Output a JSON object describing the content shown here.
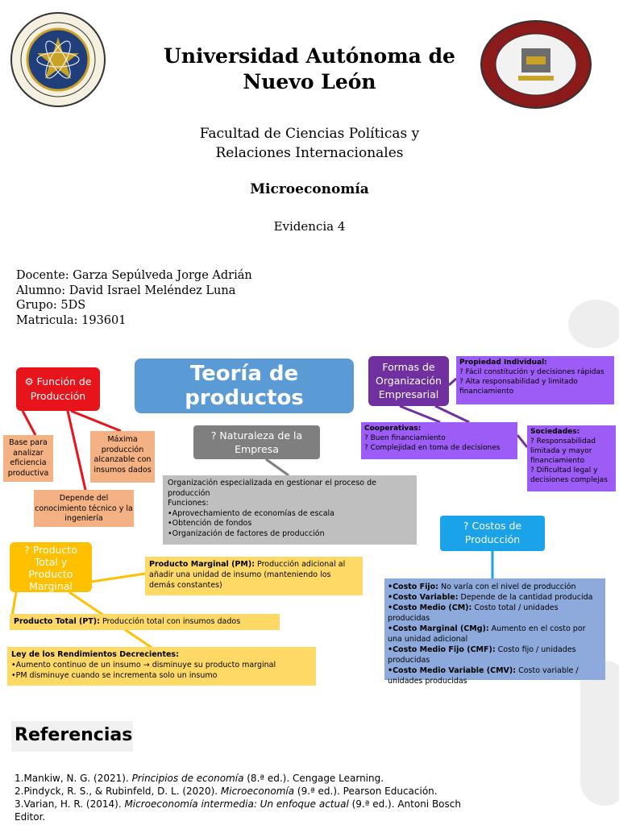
{
  "header": {
    "university": [
      "Universidad Autónoma de",
      "Nuevo León"
    ],
    "faculty": [
      "Facultad de Ciencias Políticas y",
      "Relaciones Internacionales"
    ],
    "course": "Microeconomía",
    "evidence": "Evidencia 4",
    "info": [
      "Docente: Garza Sepúlveda Jorge Adrián",
      "Alumno: David Israel Meléndez Luna",
      "Grupo: 5DS",
      "Matricula: 193601"
    ]
  },
  "diagram": {
    "title": [
      "Teoría de",
      "productos"
    ],
    "production_function": {
      "hub": [
        "⚙ Función de",
        "Producción"
      ],
      "items": [
        "Base para analizar eficiencia productiva",
        "Máxima producción alcanzable con insumos dados",
        "Depende del conocimiento técnico y la ingeniería"
      ]
    },
    "company_nature": {
      "hub": [
        "? Naturaleza de la",
        "Empresa"
      ],
      "lines": [
        "Organización especializada en gestionar el proceso de producción",
        "Funciones:",
        "•Aprovechamiento de economías de escala",
        "•Obtención de fondos",
        "•Organización de factores de producción"
      ]
    },
    "business_forms": {
      "hub": [
        "Formas de",
        "Organización",
        "Empresarial"
      ],
      "individual": {
        "title": "Propiedad Individual:",
        "lines": [
          "? Fácil constitución y decisiones rápidas",
          "? Alta responsabilidad y limitado financiamiento"
        ]
      },
      "cooperatives": {
        "title": "Cooperativas:",
        "lines": [
          "? Buen financiamiento",
          "? Complejidad en toma de decisiones"
        ]
      },
      "societies": {
        "title": "Sociedades:",
        "lines": [
          "? Responsabilidad limitada y mayor financiamiento",
          "? Dificultad legal y decisiones complejas"
        ]
      }
    },
    "production_costs": {
      "hub": [
        "? Costos de",
        "Producción"
      ],
      "items": [
        {
          "term": "•Costo Fijo:",
          "desc": " No varía con el nivel de producción"
        },
        {
          "term": "•Costo Variable:",
          "desc": " Depende de la cantidad producida"
        },
        {
          "term": "•Costo Medio (CM):",
          "desc": " Costo total / unidades producidas"
        },
        {
          "term": "•Costo Marginal (CMg):",
          "desc": " Aumento en el costo por una unidad adicional"
        },
        {
          "term": "•Costo Medio Fijo (CMF):",
          "desc": " Costo fijo / unidades producidas"
        },
        {
          "term": "•Costo Medio Variable (CMV):",
          "desc": " Costo variable / unidades producidas"
        }
      ]
    },
    "total_marginal": {
      "hub": [
        "? Producto",
        "Total y",
        "Producto",
        "Marginal"
      ],
      "marginal": {
        "term": "Producto Marginal (PM):",
        "desc": " Producción adicional al añadir una unidad de insumo (manteniendo los demás constantes)"
      },
      "total": {
        "term": "Producto Total (PT):",
        "desc": " Producción total con insumos dados"
      },
      "law": {
        "title": "Ley de los Rendimientos Decrecientes:",
        "lines": [
          "•Aumento continuo de un insumo → disminuye su producto marginal",
          "•PM disminuye cuando se incrementa solo un insumo"
        ]
      }
    }
  },
  "references": {
    "heading": "Referencias",
    "items": [
      {
        "pre": "1.Mankiw, N. G. (2021). ",
        "title": "Principios de economía",
        "post": " (8.ª ed.). Cengage Learning."
      },
      {
        "pre": "2.Pindyck, R. S., & Rubinfeld, D. L. (2020). ",
        "title": "Microeconomía",
        "post": " (9.ª ed.). Pearson Educación."
      },
      {
        "pre": "3.Varian, H. R. (2014). ",
        "title": "Microeconomía intermedia: Un enfoque actual",
        "post": " (9.ª ed.). Antoni Bosch"
      },
      {
        "pre": "Editor.",
        "title": "",
        "post": ""
      }
    ]
  },
  "colors": {
    "blue_title": "#5b9bd5",
    "red": "#e8141c",
    "peach": "#f4b183",
    "gray": "#7f7f7f",
    "light_gray": "#bfbfbf",
    "purple_dark": "#7030a0",
    "purple": "#9d5cf5",
    "cyan": "#1aa3e8",
    "light_blue": "#8ea9db",
    "gold": "#ffc000",
    "yellow": "#ffd966"
  },
  "icons": {
    "left_seal": "uanl-seal-icon",
    "right_seal": "faculty-seal-icon"
  }
}
